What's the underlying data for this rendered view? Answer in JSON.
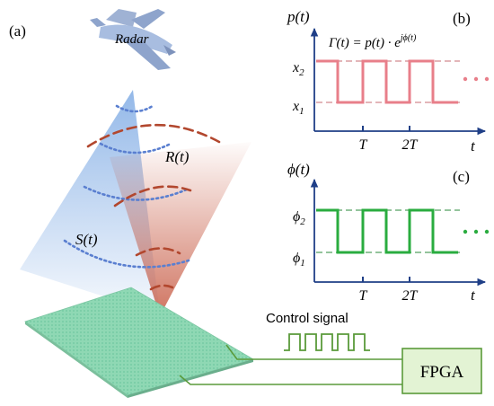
{
  "panels": {
    "a": {
      "label": "(a)",
      "radar_label": "Radar",
      "reflected_label": "R(t)",
      "incident_label": "S(t)",
      "control_signal_label": "Control signal",
      "fpga_label": "FPGA"
    },
    "b": {
      "label": "(b)",
      "y_axis_label": "p(t)",
      "x_axis_label": "t",
      "equation": "Γ(t) = p(t) · e^(jϕ(t))",
      "levels": [
        "x2",
        "x1"
      ],
      "ticks": [
        "T",
        "2T"
      ],
      "trace_color": "#e87f8a"
    },
    "c": {
      "label": "(c)",
      "y_axis_label": "ϕ(t)",
      "x_axis_label": "t",
      "levels": [
        "ϕ2",
        "ϕ1"
      ],
      "ticks": [
        "T",
        "2T"
      ],
      "trace_color": "#2aac3f"
    }
  },
  "colors": {
    "axis": "#1f3f87",
    "metasurface": "#8fd8b4",
    "fpga_box": "#e3f3d4",
    "fpga_border": "#5a9a3a",
    "incident_wave": "#5a7fd0",
    "reflected_wave": "#b2472e"
  }
}
